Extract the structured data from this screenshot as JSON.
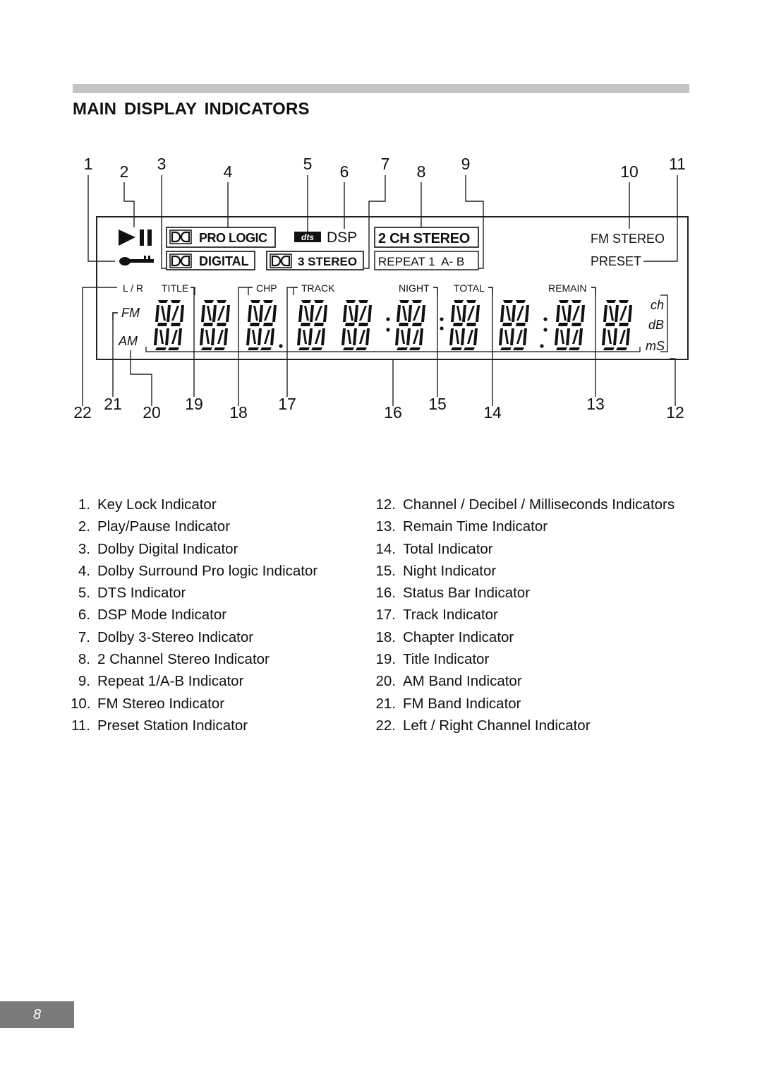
{
  "header": {
    "title": "MAIN DISPLAY INDICATORS"
  },
  "diagram": {
    "callouts": [
      "1",
      "2",
      "3",
      "4",
      "5",
      "6",
      "7",
      "8",
      "9",
      "10",
      "11",
      "12",
      "13",
      "14",
      "15",
      "16",
      "17",
      "18",
      "19",
      "20",
      "21",
      "22"
    ],
    "display": {
      "prologic_label": "PRO LOGIC",
      "digital_label": "DIGITAL",
      "dts_logo": "dts",
      "dsp_label": "DSP",
      "ch_stereo_label": "2 CH STEREO",
      "three_stereo_label": "3 STEREO",
      "repeat_label": "REPEAT 1  A- B",
      "fm_stereo_label": "FM STEREO",
      "preset_label": "PRESET",
      "lr_label": "L / R",
      "title_label": "TITLE",
      "chp_label": "CHP",
      "track_label": "TRACK",
      "night_label": "NIGHT",
      "total_label": "TOTAL",
      "remain_label": "REMAIN",
      "fm_label": "FM",
      "am_label": "AM",
      "ch_unit": "ch",
      "db_unit": "dB",
      "ms_unit": "mS",
      "icons": [
        "play-pause-icon",
        "key-lock-icon",
        "dolby-double-d-icon"
      ]
    }
  },
  "legend_left": [
    {
      "num": "1.",
      "text": "Key Lock Indicator"
    },
    {
      "num": "2.",
      "text": "Play/Pause Indicator"
    },
    {
      "num": "3.",
      "text": "Dolby Digital Indicator"
    },
    {
      "num": "4.",
      "text": "Dolby Surround Pro logic Indicator"
    },
    {
      "num": "5.",
      "text": "DTS Indicator"
    },
    {
      "num": "6.",
      "text": "DSP Mode Indicator"
    },
    {
      "num": "7.",
      "text": "Dolby 3-Stereo Indicator"
    },
    {
      "num": "8.",
      "text": "2 Channel Stereo Indicator"
    },
    {
      "num": "9.",
      "text": "Repeat 1/A-B Indicator"
    },
    {
      "num": "10.",
      "text": "FM Stereo Indicator"
    },
    {
      "num": "11.",
      "text": "Preset Station Indicator"
    }
  ],
  "legend_right": [
    {
      "num": "12.",
      "text": "Channel / Decibel / Milliseconds Indicators"
    },
    {
      "num": "13.",
      "text": "Remain Time Indicator"
    },
    {
      "num": "14.",
      "text": "Total Indicator"
    },
    {
      "num": "15.",
      "text": "Night Indicator"
    },
    {
      "num": "16.",
      "text": "Status Bar Indicator"
    },
    {
      "num": "17.",
      "text": "Track Indicator"
    },
    {
      "num": "18.",
      "text": "Chapter Indicator"
    },
    {
      "num": "19.",
      "text": "Title Indicator"
    },
    {
      "num": "20.",
      "text": "AM Band Indicator"
    },
    {
      "num": "21.",
      "text": "FM Band Indicator"
    },
    {
      "num": "22.",
      "text": "Left / Right Channel Indicator"
    }
  ],
  "footer": {
    "page_number": "8"
  }
}
